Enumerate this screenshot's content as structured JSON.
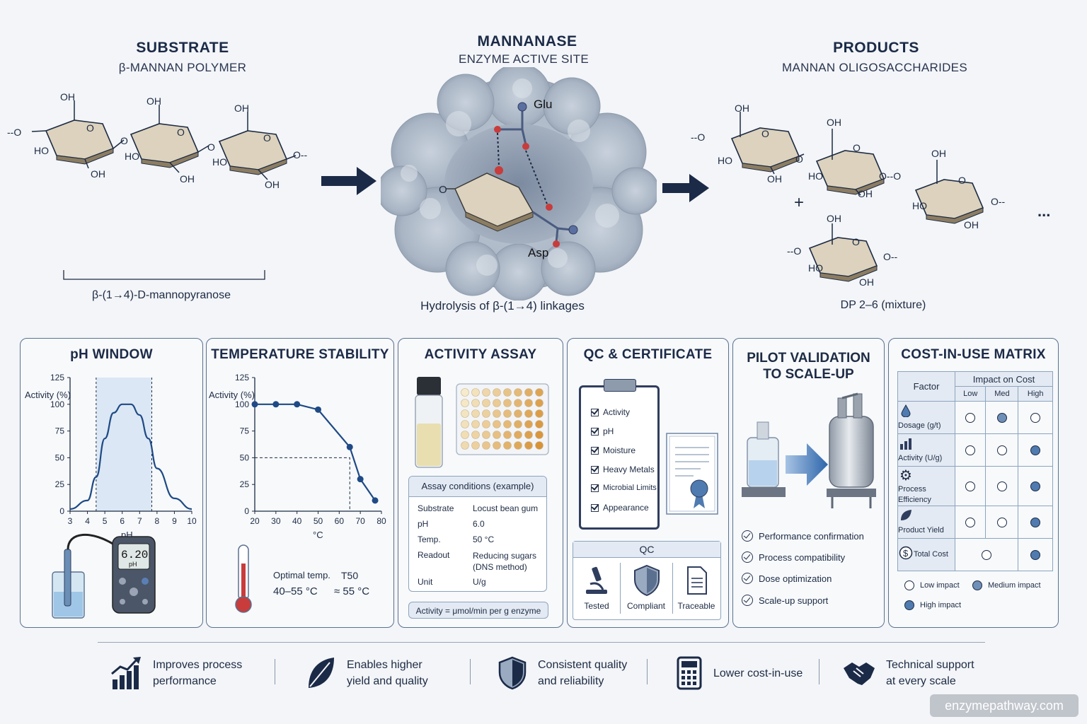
{
  "substrate": {
    "title": "SUBSTRATE",
    "subtitle": "β-MANNAN POLYMER",
    "caption": "β-(1→4)-D-mannopyranose"
  },
  "enzyme": {
    "title": "MANNANASE",
    "subtitle": "ENZYME ACTIVE SITE",
    "residue_top": "Glu",
    "residue_bottom": "Asp",
    "atom_label": "O",
    "caption": "Hydrolysis of β-(1→4) linkages"
  },
  "products": {
    "title": "PRODUCTS",
    "subtitle": "MANNAN OLIGOSACCHARIDES",
    "caption": "DP 2–6 (mixture)",
    "plus": "+",
    "ellipsis": "..."
  },
  "sugar_labels": {
    "oh": "OH",
    "ho": "HO",
    "o": "O",
    "link_left": "--O",
    "link_right": "O--",
    "link_mid": "O--O"
  },
  "ph_panel": {
    "title": "pH WINDOW",
    "ylabel": "Activity (%)",
    "xlabel": "pH",
    "meter_value": "6.20",
    "meter_unit": "pH",
    "chart_data": {
      "type": "line",
      "x": [
        3,
        4,
        4.5,
        5,
        5.5,
        6,
        6.5,
        7,
        7.5,
        8,
        9,
        10
      ],
      "y": [
        2,
        10,
        32,
        68,
        92,
        100,
        100,
        90,
        68,
        40,
        12,
        2
      ],
      "xticks": [
        3,
        4,
        5,
        6,
        7,
        8,
        9,
        10
      ],
      "yticks": [
        0,
        25,
        50,
        75,
        100,
        125
      ],
      "xlim": [
        3,
        10
      ],
      "ylim": [
        0,
        125
      ],
      "shaded_range": [
        4.5,
        7.7
      ]
    }
  },
  "temp_panel": {
    "title": "TEMPERATURE STABILITY",
    "ylabel": "Activity (%)",
    "xlabel": "°C",
    "optimal_label": "Optimal temp.",
    "optimal_value": "40–55 °C",
    "t50_label": "T50",
    "t50_value": "≈ 55 °C",
    "chart_data": {
      "type": "line",
      "x": [
        20,
        30,
        40,
        50,
        65,
        70,
        77
      ],
      "y": [
        100,
        100,
        100,
        95,
        60,
        30,
        10
      ],
      "xticks": [
        20,
        30,
        40,
        50,
        60,
        70,
        80
      ],
      "yticks": [
        0,
        25,
        50,
        75,
        100,
        125
      ],
      "xlim": [
        20,
        80
      ],
      "ylim": [
        0,
        125
      ],
      "reference": {
        "x": 65,
        "y": 50
      }
    }
  },
  "assay_panel": {
    "title": "ACTIVITY ASSAY",
    "conditions_title": "Assay conditions (example)",
    "rows": [
      {
        "label": "Substrate",
        "value": "Locust bean gum"
      },
      {
        "label": "pH",
        "value": "6.0"
      },
      {
        "label": "Temp.",
        "value": "50 °C"
      },
      {
        "label": "Readout",
        "value": "Reducing sugars (DNS method)"
      },
      {
        "label": "Unit",
        "value": "U/g"
      }
    ],
    "formula": "Activity = μmol/min per g enzyme"
  },
  "qc_panel": {
    "title": "QC & CERTIFICATE",
    "checks": [
      "Activity",
      "pH",
      "Moisture",
      "Heavy Metals",
      "Microbial Limits",
      "Appearance"
    ],
    "qc_label": "QC",
    "badges": [
      "Tested",
      "Compliant",
      "Traceable"
    ]
  },
  "pilot_panel": {
    "title_line1": "PILOT VALIDATION",
    "title_line2": "TO SCALE-UP",
    "items": [
      "Performance confirmation",
      "Process compatibility",
      "Dose optimization",
      "Scale-up support"
    ]
  },
  "cost_panel": {
    "title": "COST-IN-USE MATRIX",
    "factor_header": "Factor",
    "impact_header": "Impact on Cost",
    "levels": [
      "Low",
      "Med",
      "High"
    ],
    "rows": [
      {
        "icon": "droplet-icon",
        "name": "Dosage (g/t)",
        "impact": "Med"
      },
      {
        "icon": "bar-chart-icon",
        "name": "Activity (U/g)",
        "impact": "High"
      },
      {
        "icon": "gear-icon",
        "name": "Process Efficiency",
        "impact": "High"
      },
      {
        "icon": "leaf-icon",
        "name": "Product Yield",
        "impact": "High"
      },
      {
        "icon": "dollar-icon",
        "name": "Total Cost",
        "impact": "High"
      }
    ],
    "legend": [
      "Low impact",
      "Medium impact",
      "High impact"
    ],
    "colors": {
      "low": "#ffffff",
      "medium": "#6e8fb8",
      "high": "#4f7bb0"
    }
  },
  "benefits": [
    {
      "icon": "growth-chart-icon",
      "text": "Improves process performance"
    },
    {
      "icon": "leaf-icon",
      "text": "Enables higher yield and quality"
    },
    {
      "icon": "shield-check-icon",
      "text": "Consistent quality and reliability"
    },
    {
      "icon": "calculator-icon",
      "text": "Lower cost-in-use"
    },
    {
      "icon": "handshake-icon",
      "text": "Technical support at every scale"
    }
  ],
  "watermark": "enzymepathway.com"
}
